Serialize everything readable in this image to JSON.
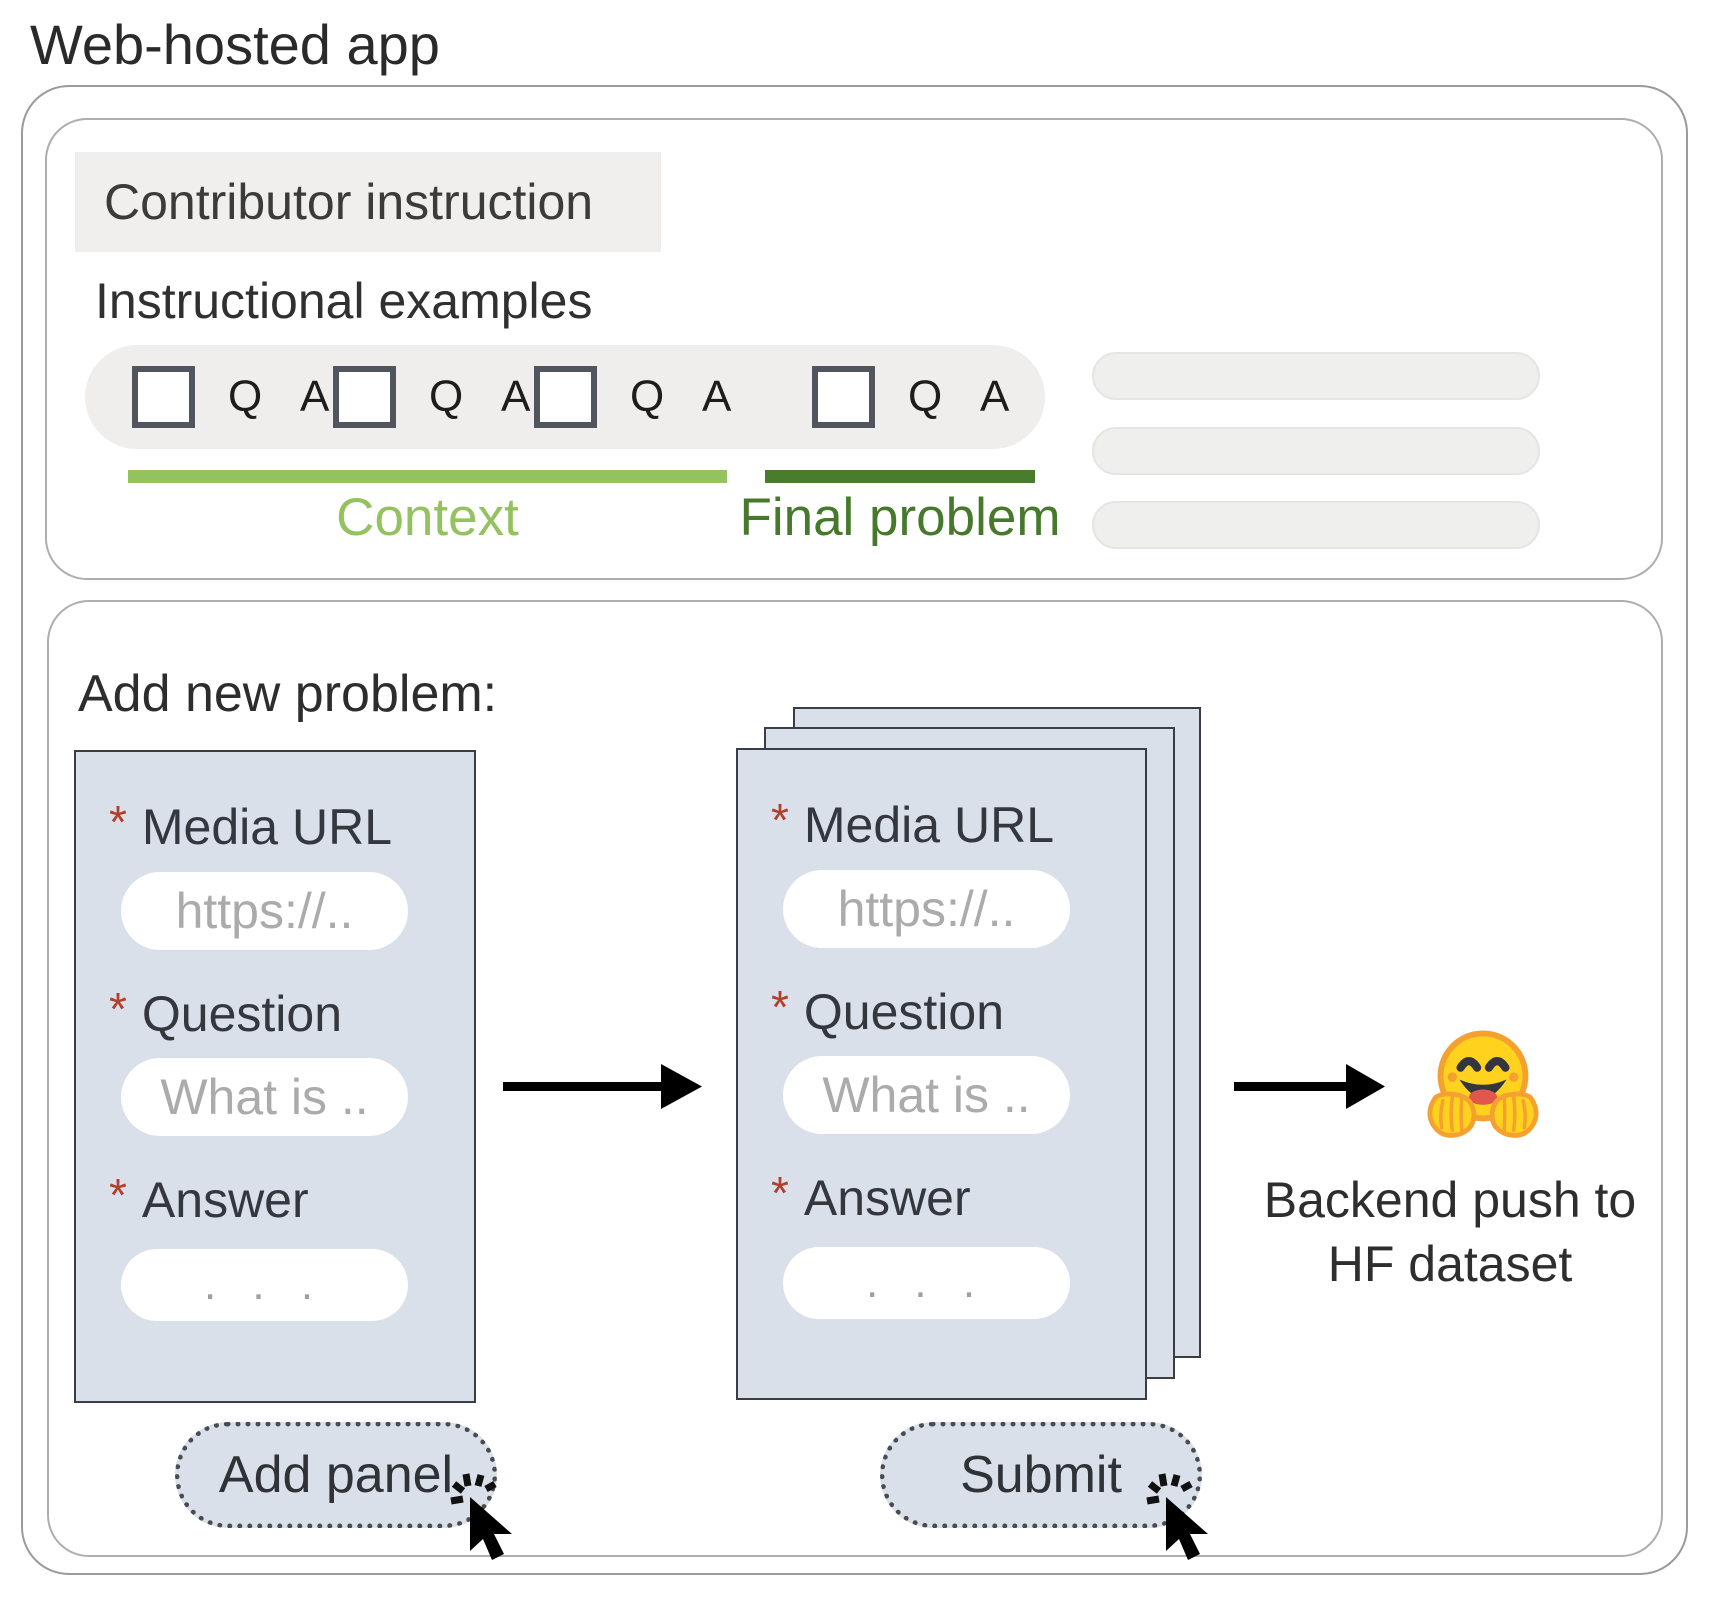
{
  "page_title": "Web-hosted app",
  "instruction_panel": {
    "tag": "Contributor instruction",
    "heading": "Instructional examples",
    "qa_items": [
      "Q A",
      "Q A",
      "Q A",
      "Q A"
    ],
    "context_label": "Context",
    "final_problem_label": "Final problem",
    "skeleton_bar_count": 3
  },
  "add_problem_panel": {
    "heading": "Add new problem:",
    "required_marker": "*",
    "fields": [
      {
        "label": "Media URL",
        "placeholder": "https://.."
      },
      {
        "label": "Question",
        "placeholder": "What is .."
      },
      {
        "label": "Answer",
        "placeholder": ". . ."
      }
    ],
    "stacked_panel_count": 3,
    "buttons": {
      "add_panel": "Add panel",
      "submit": "Submit"
    },
    "backend_caption": {
      "line1": "Backend push to",
      "line2": "HF dataset"
    }
  },
  "icons": {
    "checkbox": "empty-checkbox-icon",
    "cursor": "cursor-click-icon",
    "emoji": "hugging-face-emoji",
    "arrow": "right-arrow-icon"
  },
  "colors": {
    "context_green": "#94c25f",
    "final_problem_green": "#4a7c2d",
    "form_panel_fill": "#dae0e9",
    "required_red": "#b23e2c",
    "hf_yellow": "#ffd21e",
    "hf_orange": "#f5a12f"
  }
}
